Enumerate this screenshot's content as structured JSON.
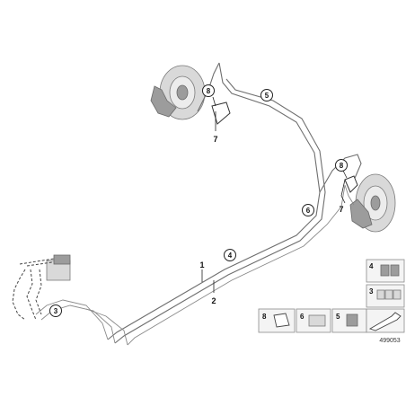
{
  "callouts": {
    "c8_top": "8",
    "c5": "5",
    "c6": "6",
    "c8_right": "8",
    "c4": "4",
    "c3": "3"
  },
  "labels": {
    "l7_top": "7",
    "l7_right": "7",
    "l1": "1",
    "l2": "2"
  },
  "thumbnails": {
    "t4": "4",
    "t3": "3",
    "t8": "8",
    "t6": "6",
    "t5": "5"
  },
  "reference_number": "499053",
  "colors": {
    "pipe": "#6f6f6f",
    "part": "#d9d9d9",
    "outline": "#222222"
  }
}
